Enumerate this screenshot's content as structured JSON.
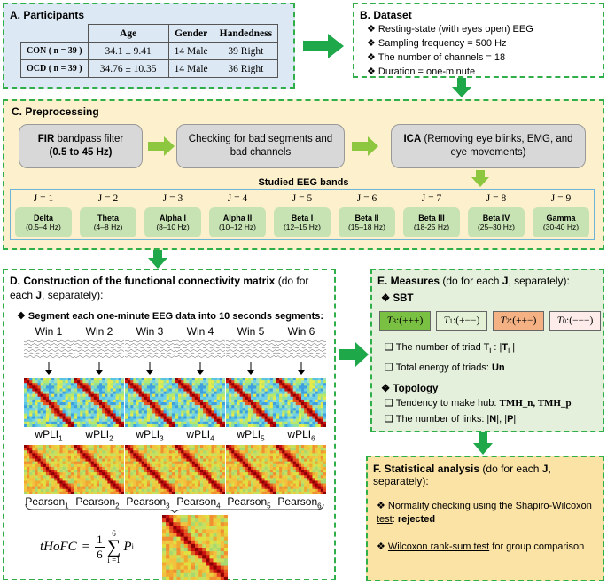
{
  "colors": {
    "dash_border": "#2fae4a",
    "panel_a_bg": "#dce8f4",
    "panel_c_bg": "#fdf0cc",
    "panel_e_bg": "#e4efdc",
    "panel_f_bg": "#fbe3a6",
    "arrow": "#8dc63f",
    "big_arrow": "#1fa84a",
    "band_box": "#c7e3b3"
  },
  "panelA": {
    "title": "A. Participants",
    "headers": [
      "Age",
      "Gender",
      "Handedness"
    ],
    "rows": [
      {
        "label": "CON ( n = 39 )",
        "age": "34.1 ± 9.41",
        "gender": "14 Male",
        "hand": "39 Right"
      },
      {
        "label": "OCD ( n = 39 )",
        "age": "34.76 ± 10.35",
        "gender": "14 Male",
        "hand": "36 Right"
      }
    ]
  },
  "panelB": {
    "title": "B. Dataset",
    "items": [
      "Resting-state (with eyes open) EEG",
      "Sampling frequency = 500 Hz",
      "The number of channels = 18",
      "Duration = one-minute"
    ]
  },
  "panelC": {
    "title": "C. Preprocessing",
    "box1_b": "FIR",
    "box1_t": " bandpass filter",
    "box1_r": "(0.5 to 45 Hz)",
    "box2": "Checking for bad segments and bad channels",
    "box3_b": "ICA",
    "box3_t": " (Removing eye blinks, EMG, and eye movements)",
    "bands_title": "Studied EEG bands",
    "bands": [
      {
        "j": "J = 1",
        "name": "Delta",
        "range": "(0.5–4 Hz)"
      },
      {
        "j": "J = 2",
        "name": "Theta",
        "range": "(4–8 Hz)"
      },
      {
        "j": "J = 3",
        "name": "Alpha I",
        "range": "(8–10 Hz)"
      },
      {
        "j": "J = 4",
        "name": "Alpha II",
        "range": "(10–12 Hz)"
      },
      {
        "j": "J = 5",
        "name": "Beta I",
        "range": "(12–15 Hz)"
      },
      {
        "j": "J = 6",
        "name": "Beta II",
        "range": "(15–18 Hz)"
      },
      {
        "j": "J = 7",
        "name": "Beta III",
        "range": "(18-25 Hz)"
      },
      {
        "j": "J = 8",
        "name": "Beta IV",
        "range": "(25–30 Hz)"
      },
      {
        "j": "J = 9",
        "name": "Gamma",
        "range": "(30-40 Hz)"
      }
    ]
  },
  "panelD": {
    "title_b": "D. Construction of the functional connectivity matrix",
    "title_n1": " (do for each ",
    "title_j": "J",
    "title_n2": ", separately):",
    "segment": "Segment each one-minute EEG data into 10 seconds segments:",
    "windows": [
      "Win 1",
      "Win 2",
      "Win 3",
      "Win 4",
      "Win 5",
      "Win 6"
    ],
    "wpli_base": "wPLI",
    "pearson_base": "Pearson",
    "subs": [
      "1",
      "2",
      "3",
      "4",
      "5",
      "6"
    ],
    "formula_lhs": "tHoFC",
    "formula_eq": "=",
    "formula_num": "1",
    "formula_den": "6",
    "formula_sum_top": "6",
    "formula_sum_bot": "i =1",
    "formula_p": "P",
    "formula_i": "i"
  },
  "panelE": {
    "title_b": "E. Measures",
    "title_n": " (do for each ",
    "title_j": "J",
    "title_n2": ", separately):",
    "sbt": "SBT",
    "triads": [
      {
        "t": "T",
        "s": "3",
        "v": ":(+++)",
        "bg": "#7ac143"
      },
      {
        "t": "T",
        "s": "1",
        "v": ":(+−−)",
        "bg": "#e4f1d6"
      },
      {
        "t": "T",
        "s": "2",
        "v": ":(++−)",
        "bg": "#f4b183"
      },
      {
        "t": "T",
        "s": "0",
        "v": ":(−−−)",
        "bg": "#fdecea"
      }
    ],
    "sbt_items": [
      {
        "pre": "The number of triad T",
        "sub": "i",
        "post": " : |",
        "b": "T",
        "bsub": "i",
        "end": " |"
      },
      {
        "pre": "Total energy of triads: ",
        "b": "Un"
      }
    ],
    "topology": "Topology",
    "topo_items": [
      {
        "pre": "Tendency to make hub: ",
        "b": "TMH_n, TMH_p"
      },
      {
        "pre": "The number of links: |",
        "b": "N",
        "mid": "|, |",
        "b2": "P",
        "end": "|"
      }
    ]
  },
  "panelF": {
    "title_b": "F. Statistical analysis",
    "title_n": " (do for each ",
    "title_j": "J",
    "title_n2": ", separately):",
    "item1_pre": "Normality checking using the ",
    "item1_u": "Shapiro-Wilcoxon test",
    "item1_mid": ": ",
    "item1_b": "rejected",
    "item2_u": "Wilcoxon rank-sum test",
    "item2_post": " for group comparison"
  }
}
